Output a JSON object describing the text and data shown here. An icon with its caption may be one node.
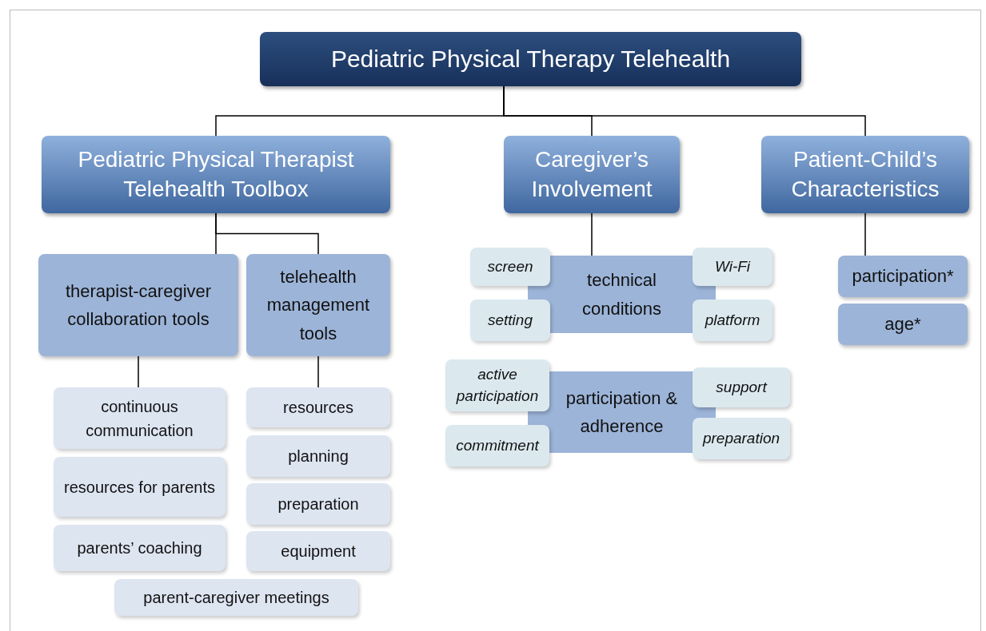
{
  "diagram": {
    "nodes": [
      {
        "text": [
          "Pediatric Physical Therapy Telehealth"
        ]
      },
      {
        "text": [
          "Pediatric Physical Therapist Telehealth Toolbox"
        ]
      },
      {
        "text": [
          "Caregiver’s Involvement"
        ]
      },
      {
        "text": [
          "Patient-Child’s Characteristics"
        ]
      },
      {
        "text": [
          "therapist-caregiver collaboration tools"
        ]
      },
      {
        "text": [
          "telehealth management tools"
        ]
      },
      {
        "text": [
          "continuous communication"
        ]
      },
      {
        "text": [
          "resources for parents"
        ]
      },
      {
        "text": [
          "parents’ coaching"
        ]
      },
      {
        "text": [
          "resources"
        ]
      },
      {
        "text": [
          "planning"
        ]
      },
      {
        "text": [
          "preparation"
        ]
      },
      {
        "text": [
          "equipment"
        ]
      },
      {
        "text": [
          "parent-caregiver meetings"
        ]
      },
      {
        "text": [
          "technical conditions"
        ]
      },
      {
        "text": [
          "screen"
        ]
      },
      {
        "text": [
          "Wi-Fi"
        ]
      },
      {
        "text": [
          "setting"
        ]
      },
      {
        "text": [
          "platform"
        ]
      },
      {
        "text": [
          "participation & adherence"
        ]
      },
      {
        "text": [
          "active participation"
        ]
      },
      {
        "text": [
          "support"
        ]
      },
      {
        "text": [
          "commitment"
        ]
      },
      {
        "text": [
          "preparation"
        ]
      },
      {
        "text": [
          "participation*"
        ]
      },
      {
        "text": [
          "age*"
        ]
      }
    ],
    "edges": [
      {
        "from": 0,
        "to": 1,
        "arrow": "none"
      },
      {
        "from": 0,
        "to": 2,
        "arrow": "none"
      },
      {
        "from": 0,
        "to": 3,
        "arrow": "none"
      },
      {
        "from": 1,
        "to": 4,
        "arrow": "none"
      },
      {
        "from": 1,
        "to": 5,
        "arrow": "none"
      },
      {
        "from": 4,
        "to": 6,
        "arrow": "none"
      },
      {
        "from": 5,
        "to": 9,
        "arrow": "none"
      },
      {
        "from": 2,
        "to": 14,
        "arrow": "none"
      },
      {
        "from": 3,
        "to": 24,
        "arrow": "none"
      }
    ]
  }
}
